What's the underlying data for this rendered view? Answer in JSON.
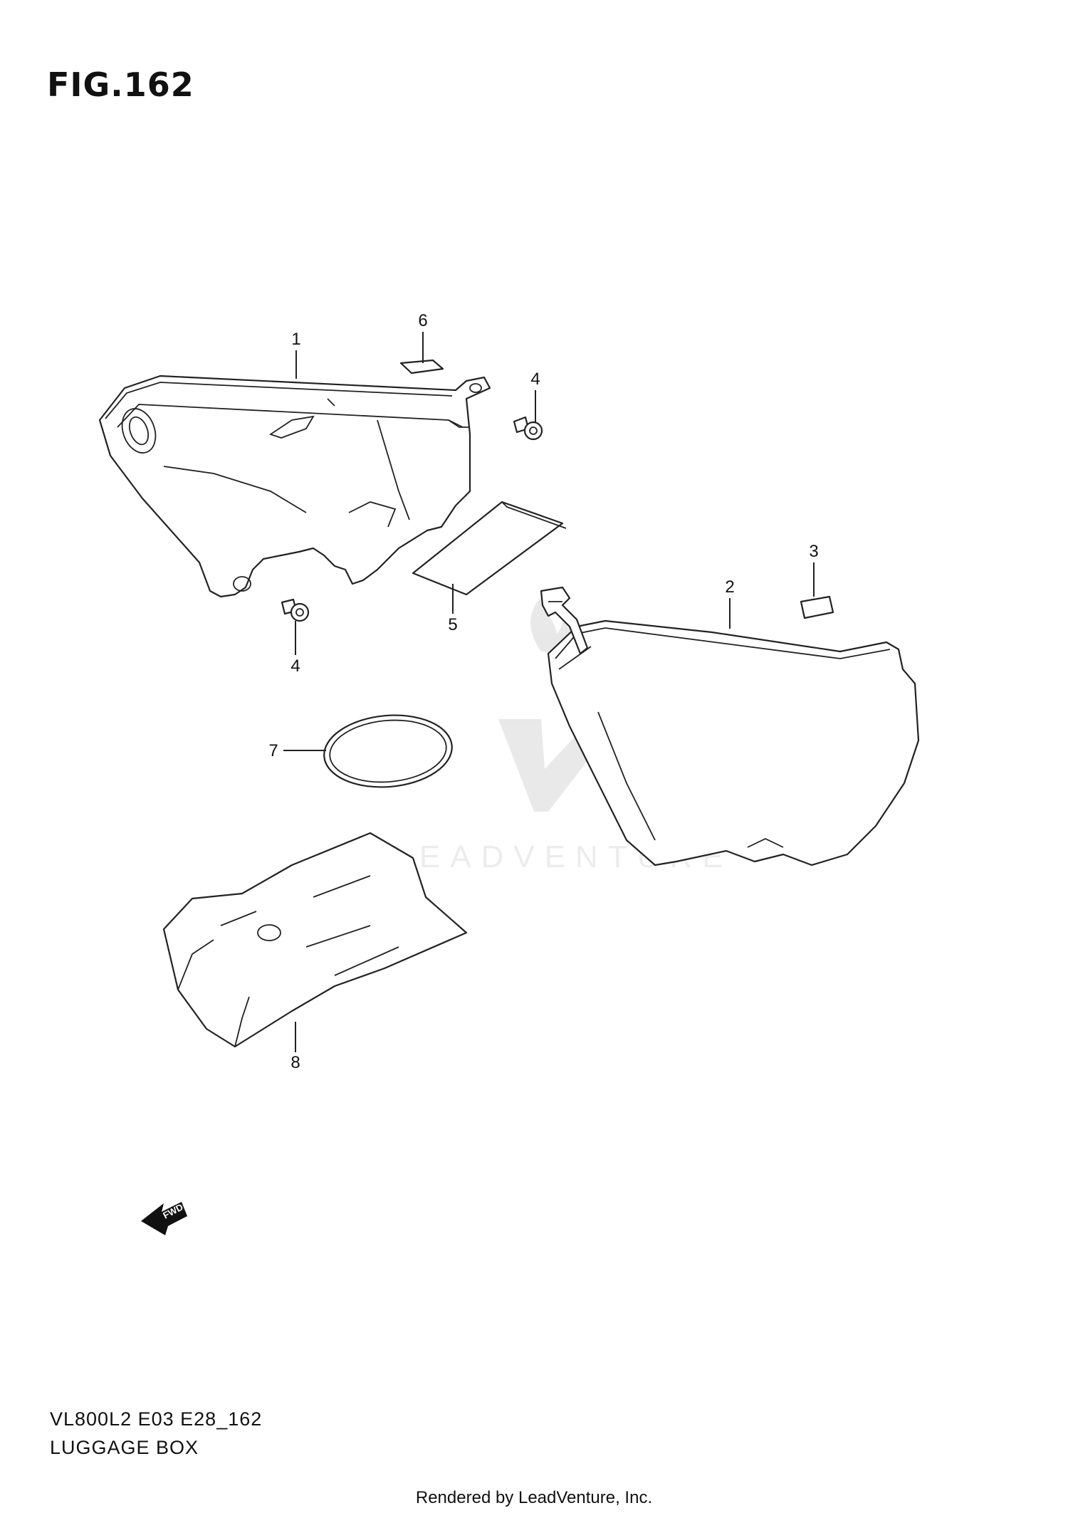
{
  "figure_title": "FIG.162",
  "model_code": "VL800L2 E03 E28_162",
  "section_title": "LUGGAGE BOX",
  "footer": "Rendered by LeadVenture, Inc.",
  "watermark": "LEADVENTURE",
  "fwd_label": "FWD",
  "callouts": {
    "c1": "1",
    "c2": "2",
    "c3": "3",
    "c4a": "4",
    "c4b": "4",
    "c5": "5",
    "c6": "6",
    "c7": "7",
    "c8": "8"
  }
}
